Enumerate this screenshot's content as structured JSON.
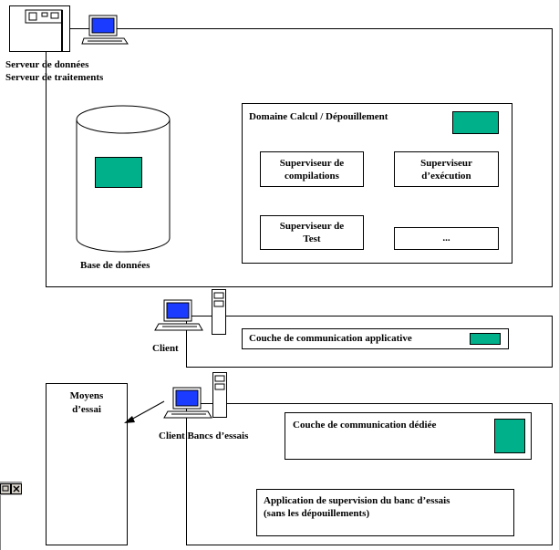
{
  "server": {
    "line1": "Serveur de données",
    "line2": "Serveur de traitements"
  },
  "database": {
    "label": "Base de données"
  },
  "domain": {
    "title": "Domaine Calcul / Dépouillement",
    "compile_line1": "Superviseur de",
    "compile_line2": "compilations",
    "exec_line1": "Superviseur",
    "exec_line2": "d’exécution",
    "test_line1": "Superviseur de",
    "test_line2": "Test",
    "ellipsis": "..."
  },
  "client": {
    "label": "Client",
    "layer": "Couche de communication applicative"
  },
  "bench": {
    "label": "Client Bancs d’essais",
    "layer": "Couche de communication dédiée",
    "app_line1": "Application de supervision du banc d’essais",
    "app_line2": "(sans les dépouillements)"
  },
  "means": {
    "line1": "Moyens",
    "line2": "d’essai"
  },
  "colors": {
    "component": "#00b08a",
    "screen": "#1b3cff",
    "window_chrome": "#c0c0c0"
  },
  "icons": [
    "server-icon",
    "computer-icon",
    "tower-icon",
    "cylinder-icon",
    "arrow-icon",
    "window-controls-icon"
  ]
}
